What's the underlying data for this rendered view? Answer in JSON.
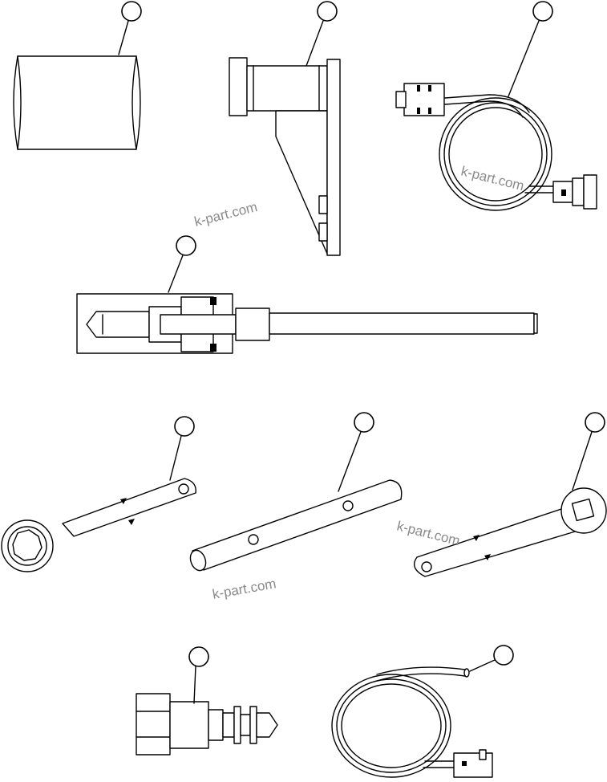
{
  "figure": {
    "watermark": "k-part.com",
    "callouts": [
      {
        "item": "sleeve-block"
      },
      {
        "item": "bracket-fixture"
      },
      {
        "item": "connector-cable-harness"
      },
      {
        "item": "puller-assembly"
      },
      {
        "item": "box-end-ratchet-wrench"
      },
      {
        "item": "tube-bar"
      },
      {
        "item": "square-drive-wrench"
      },
      {
        "item": "coupling-adapter"
      },
      {
        "item": "coiled-hose"
      }
    ]
  }
}
